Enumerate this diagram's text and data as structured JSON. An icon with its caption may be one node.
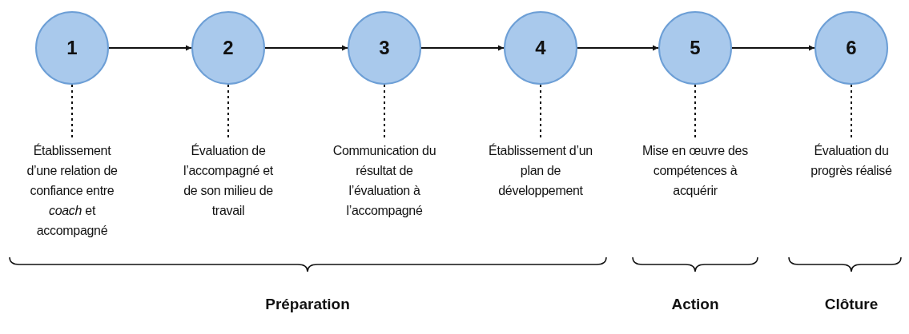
{
  "diagram": {
    "nodes": [
      {
        "text": [
          "1"
        ]
      },
      {
        "text": [
          "2"
        ]
      },
      {
        "text": [
          "3"
        ]
      },
      {
        "text": [
          "4"
        ]
      },
      {
        "text": [
          "5"
        ]
      },
      {
        "text": [
          "6"
        ]
      },
      {
        "text": [
          "Établissement d’une relation de confiance entre *coach* et accompagné"
        ]
      },
      {
        "text": [
          "Évaluation de l’accompagné et de son milieu de travail"
        ]
      },
      {
        "text": [
          "Communication du résultat de l’évaluation à l’accompagné"
        ]
      },
      {
        "text": [
          "Établissement d’un plan de développement"
        ]
      },
      {
        "text": [
          "Mise en œuvre des compétences à acquérir"
        ]
      },
      {
        "text": [
          "Évaluation du progrès réalisé"
        ]
      }
    ],
    "edges": [
      {
        "from": 0,
        "to": 1,
        "arrow": "to"
      },
      {
        "from": 1,
        "to": 2,
        "arrow": "to"
      },
      {
        "from": 2,
        "to": 3,
        "arrow": "to"
      },
      {
        "from": 3,
        "to": 4,
        "arrow": "to"
      },
      {
        "from": 4,
        "to": 5,
        "arrow": "to"
      },
      {
        "from": 0,
        "to": 6,
        "arrow": "none",
        "style": "dashed"
      },
      {
        "from": 1,
        "to": 7,
        "arrow": "none",
        "style": "dashed"
      },
      {
        "from": 2,
        "to": 8,
        "arrow": "none",
        "style": "dashed"
      },
      {
        "from": 3,
        "to": 9,
        "arrow": "none",
        "style": "dashed"
      },
      {
        "from": 4,
        "to": 10,
        "arrow": "none",
        "style": "dashed"
      },
      {
        "from": 5,
        "to": 11,
        "arrow": "none",
        "style": "dashed"
      }
    ],
    "labels": [
      "Préparation",
      "Action",
      "Clôture"
    ]
  }
}
